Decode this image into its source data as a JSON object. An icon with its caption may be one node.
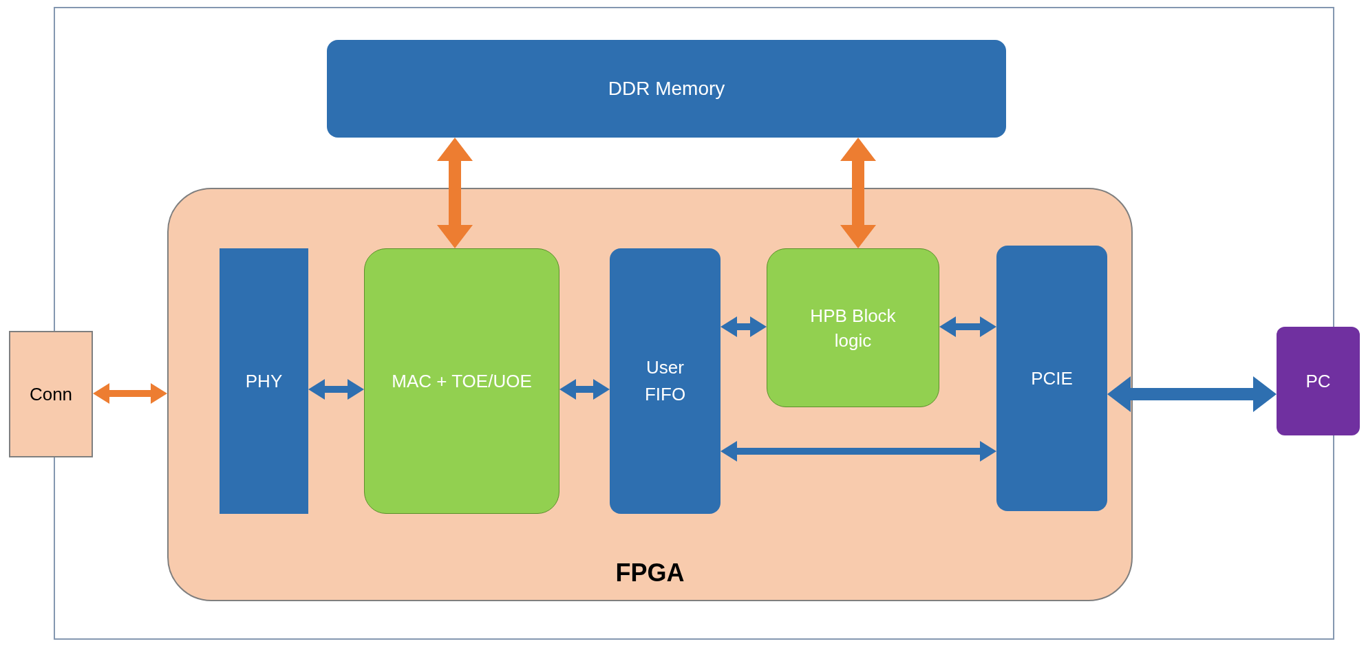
{
  "diagram": {
    "nodes": [
      {
        "text": [],
        "shape": "box"
      },
      {
        "text": [
          "DDR Memory"
        ],
        "in": 0
      },
      {
        "text": [
          "FPGA"
        ],
        "in": 0
      },
      {
        "text": [
          "PHY"
        ],
        "in": 2
      },
      {
        "text": [
          "MAC + TOE/UOE"
        ],
        "in": 2
      },
      {
        "text": [
          "User FIFO"
        ],
        "in": 2
      },
      {
        "text": [
          "HPB Block logic"
        ],
        "in": 2
      },
      {
        "text": [
          "PCIE"
        ],
        "in": 2
      },
      {
        "text": [
          "Conn"
        ]
      },
      {
        "text": [
          "PC"
        ]
      }
    ],
    "edges": [
      {
        "from": 8,
        "to": 2,
        "arrow": "both",
        "color": "#ed7d31"
      },
      {
        "from": 1,
        "to": 4,
        "arrow": "both",
        "style": "thick",
        "color": "#ed7d31"
      },
      {
        "from": 1,
        "to": 6,
        "arrow": "both",
        "style": "thick",
        "color": "#ed7d31"
      },
      {
        "from": 3,
        "to": 4,
        "arrow": "both"
      },
      {
        "from": 4,
        "to": 5,
        "arrow": "both"
      },
      {
        "from": 5,
        "to": 6,
        "arrow": "both"
      },
      {
        "from": 6,
        "to": 7,
        "arrow": "both"
      },
      {
        "from": 5,
        "to": 7,
        "arrow": "both"
      },
      {
        "from": 7,
        "to": 9,
        "arrow": "both",
        "style": "thick"
      }
    ]
  }
}
